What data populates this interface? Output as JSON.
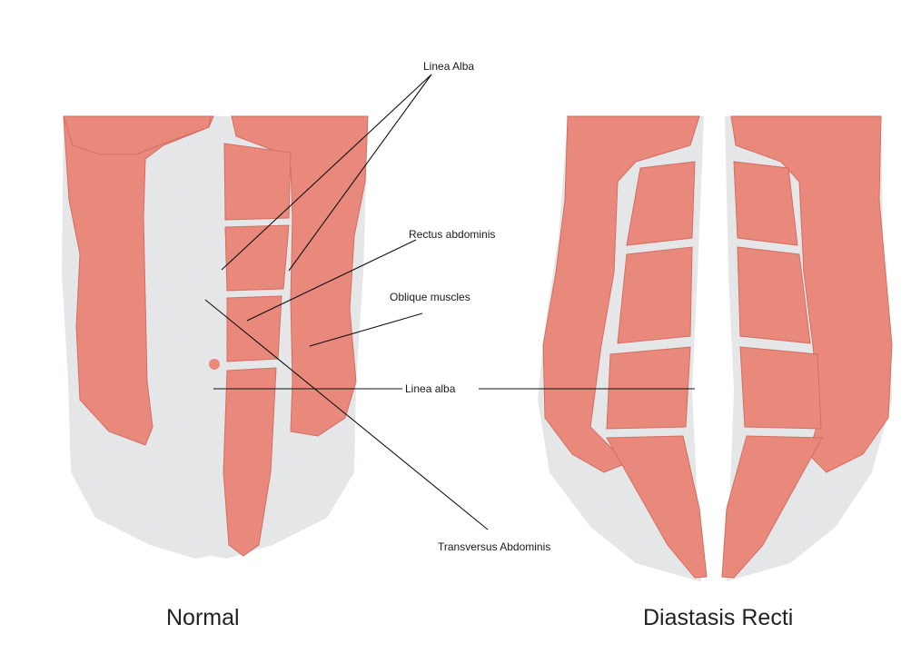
{
  "labels": {
    "linea_alba_top": "Linea Alba",
    "rectus_abdominis": "Rectus abdominis",
    "oblique_muscles": "Oblique muscles",
    "linea_alba_mid": "Linea alba",
    "transversus_abdominis": "Transversus Abdominis"
  },
  "captions": {
    "left": "Normal",
    "right": "Diastasis Recti"
  },
  "colors": {
    "muscle": "#e8897c",
    "muscle_dark": "#d46d62",
    "muscle_light": "#f2b0a5",
    "fascia": "#e6e7e9",
    "fascia_line": "#cfd1d4",
    "leader": "#111111"
  }
}
